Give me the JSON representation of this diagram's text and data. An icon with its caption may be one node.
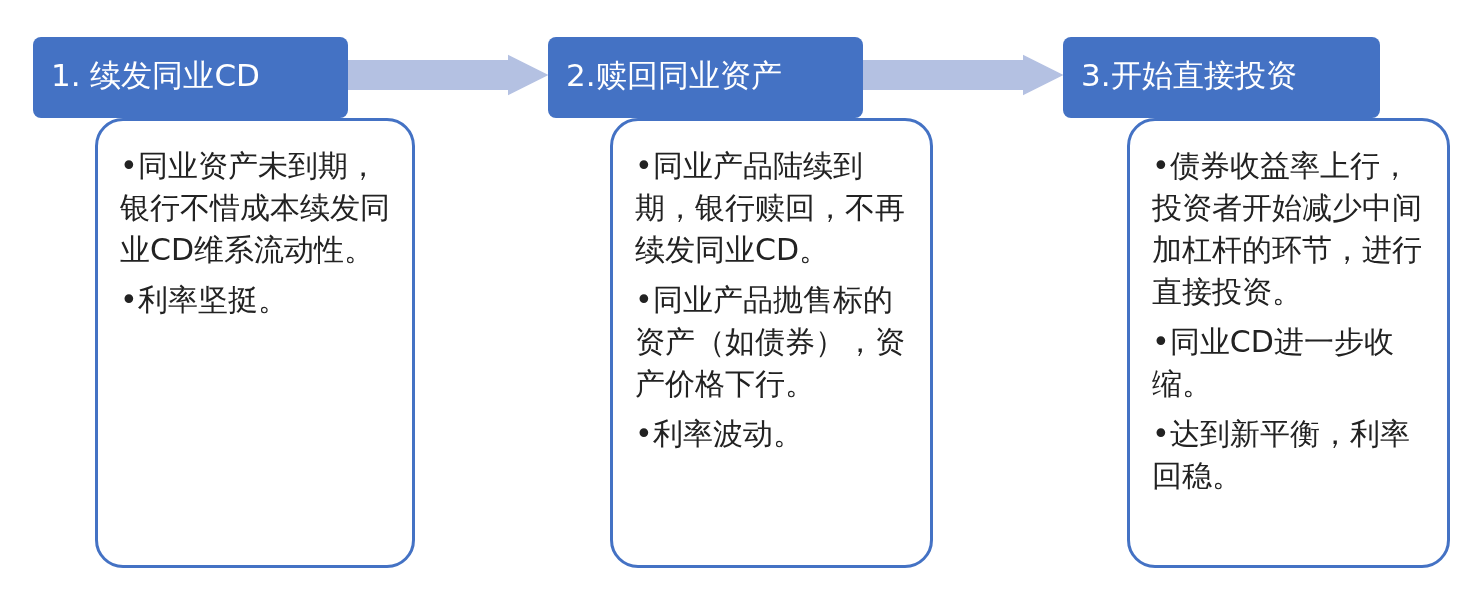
{
  "diagram": {
    "nodes": [
      {
        "text": [
          "1. 续发同业CD"
        ]
      },
      {
        "text": [
          "•同业资产未到期，银行不惜成本续发同业CD维系流动性。",
          "•利率坚挺。"
        ]
      },
      {
        "text": [
          "2.赎回同业资产"
        ]
      },
      {
        "text": [
          "•同业产品陆续到期，银行赎回，不再续发同业CD。",
          "•同业产品抛售标的资产（如债券），资产价格下行。",
          "•利率波动。"
        ]
      },
      {
        "text": [
          "3.开始直接投资"
        ]
      },
      {
        "text": [
          "•债券收益率上行，投资者开始减少中间加杠杆的环节，进行直接投资。",
          "•同业CD进一步收缩。",
          "•达到新平衡，利率回稳。"
        ]
      }
    ],
    "edges": [
      {
        "from": 0,
        "to": 2,
        "arrow": "to"
      },
      {
        "from": 2,
        "to": 4,
        "arrow": "to"
      }
    ]
  }
}
